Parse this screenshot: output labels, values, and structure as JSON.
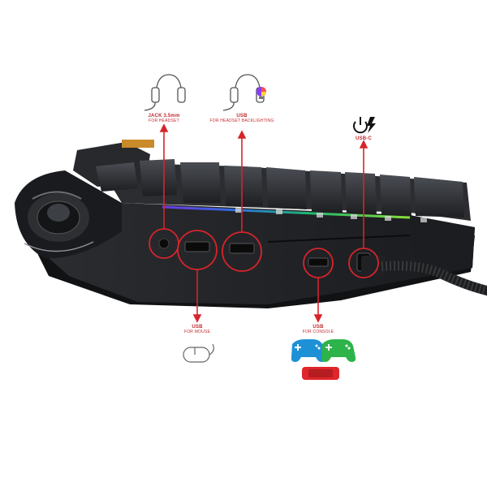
{
  "image": {
    "subject": "Gaming keypad with ports callouts",
    "colors": {
      "accent": "#d7242b",
      "body": "#1f2124",
      "blue_gamepad": "#1e90d6",
      "green_gamepad": "#2db34a",
      "red_console": "#e0262b"
    }
  },
  "callouts": {
    "headset_jack": {
      "title": "JACK 3.5mm",
      "subtitle": "FOR HEADSET"
    },
    "headset_usb": {
      "title": "USB",
      "subtitle": "FOR HEADSET BACKLIGHTING"
    },
    "usb_c": {
      "title": "USB-C"
    },
    "mouse_usb": {
      "title": "USB",
      "subtitle": "FOR MOUSE"
    },
    "console_usb": {
      "title": "USB",
      "subtitle": "FOR CONSOLE"
    }
  },
  "icons": [
    "headset-icon",
    "rgb-bulb-icon",
    "power-charge-icon",
    "mouse-icon",
    "blue-gamepad-icon",
    "green-gamepad-icon",
    "handheld-console-icon"
  ]
}
